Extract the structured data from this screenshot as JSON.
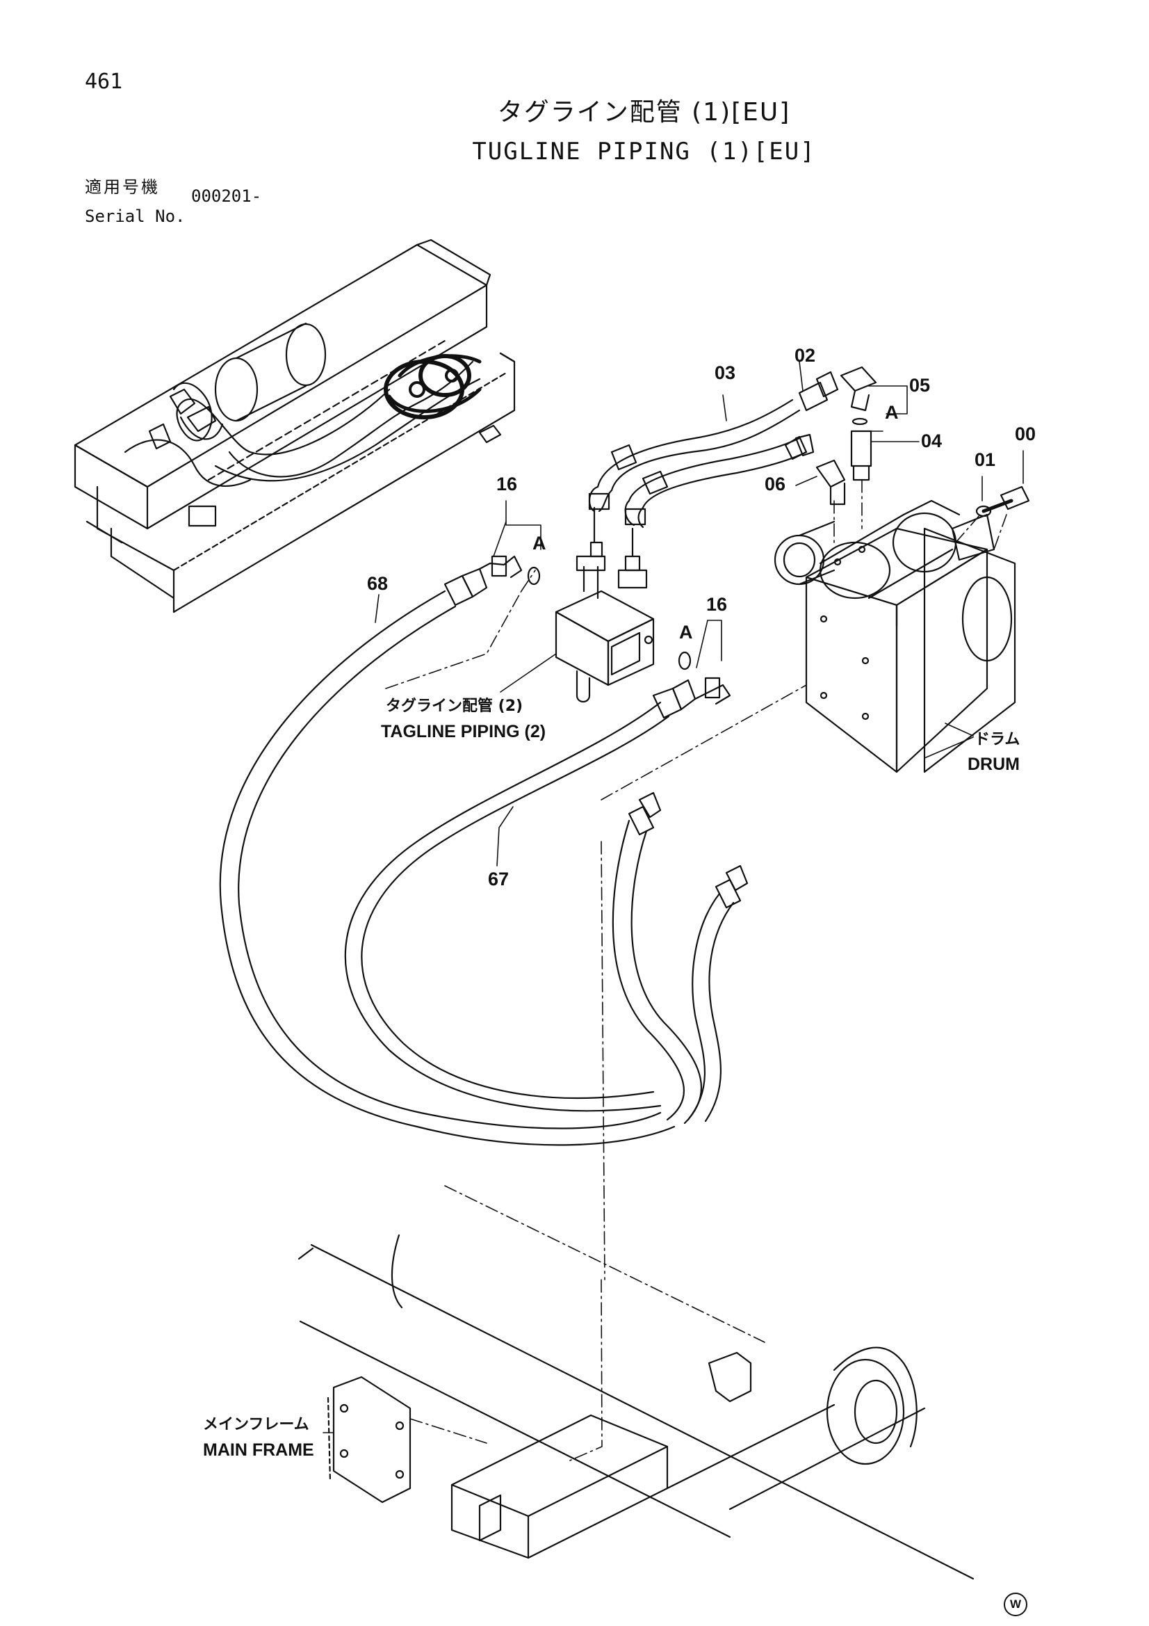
{
  "page_number": "461",
  "title_jp": "タグライン配管 (1)[EU]",
  "title_en": "TUGLINE PIPING (1)[EU]",
  "serial_label_jp": "適用号機",
  "serial_label_en": "Serial No.",
  "serial_value": "000201-",
  "callouts": {
    "p00": "00",
    "p01": "01",
    "p02": "02",
    "p03": "03",
    "p04": "04",
    "p05": "05",
    "p06": "06",
    "p16a": "16",
    "p16b": "16",
    "p67": "67",
    "p68": "68",
    "ref_a1": "A",
    "ref_a2": "A",
    "ref_a3": "A"
  },
  "references": {
    "tagline2_jp": "タグライン配管 (2)",
    "tagline2_en": "TAGLINE PIPING (2)",
    "drum_jp": "ドラム",
    "drum_en": "DRUM",
    "frame_jp": "メインフレーム",
    "frame_en": "MAIN FRAME"
  },
  "corner_mark": "W"
}
